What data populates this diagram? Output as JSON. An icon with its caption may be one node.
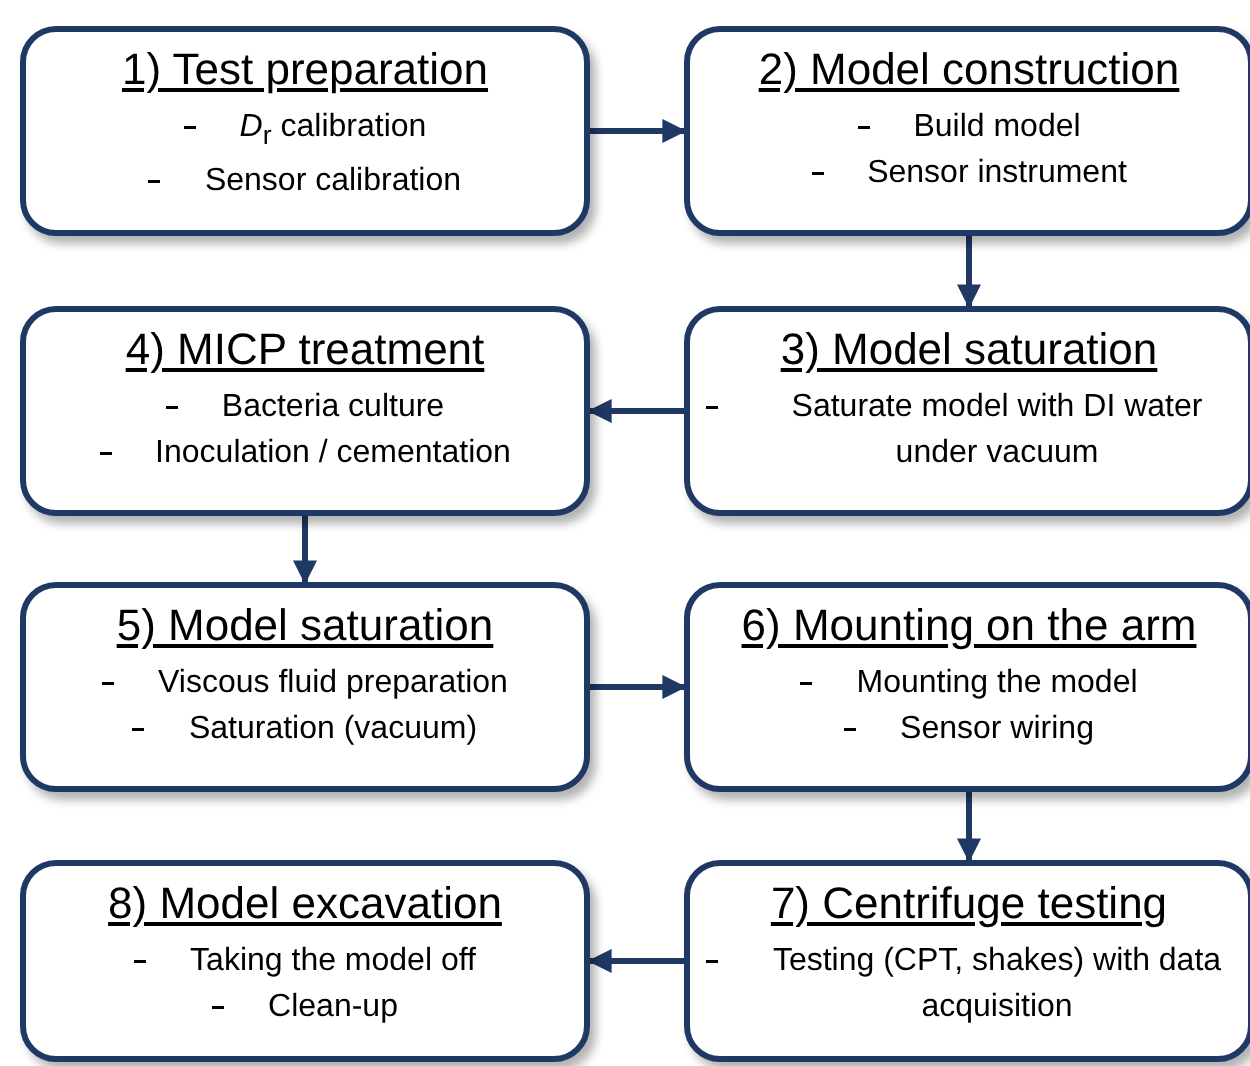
{
  "diagram": {
    "nodes": [
      {
        "text": [
          "1) Test preparation",
          "*D*$_{r}$ calibration",
          "Sensor calibration"
        ]
      },
      {
        "text": [
          "2) Model construction",
          "Build model",
          "Sensor instrument"
        ]
      },
      {
        "text": [
          "3) Model saturation",
          "Saturate model with DI water under vacuum"
        ]
      },
      {
        "text": [
          "4) MICP treatment",
          "Bacteria culture",
          "Inoculation / cementation"
        ]
      },
      {
        "text": [
          "5) Model saturation",
          "Viscous fluid preparation",
          "Saturation (vacuum)"
        ]
      },
      {
        "text": [
          "6) Mounting on the arm",
          "Mounting the model",
          "Sensor wiring"
        ]
      },
      {
        "text": [
          "7) Centrifuge testing",
          "Testing (CPT, shakes) with data acquisition"
        ]
      },
      {
        "text": [
          "8) Model excavation",
          "Taking the model off",
          "Clean-up"
        ]
      }
    ],
    "edges": [
      {
        "from": 0,
        "to": 1,
        "arrow": "to"
      },
      {
        "from": 1,
        "to": 2,
        "arrow": "to"
      },
      {
        "from": 2,
        "to": 3,
        "arrow": "to"
      },
      {
        "from": 3,
        "to": 4,
        "arrow": "to"
      },
      {
        "from": 4,
        "to": 5,
        "arrow": "to"
      },
      {
        "from": 5,
        "to": 6,
        "arrow": "to"
      },
      {
        "from": 6,
        "to": 7,
        "arrow": "to"
      }
    ]
  }
}
